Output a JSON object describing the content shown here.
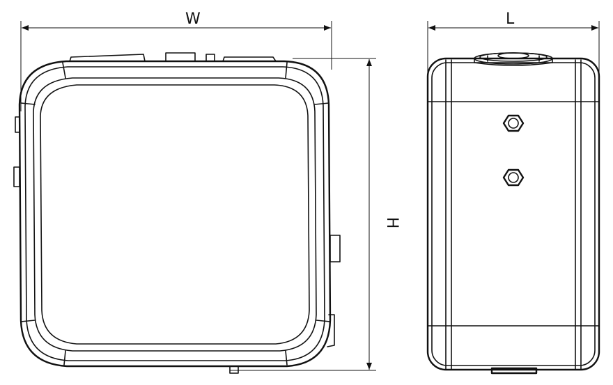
{
  "dimensions": {
    "width_label": "W",
    "length_label": "L",
    "height_label": "H"
  },
  "colors": {
    "line": "#111111",
    "background": "#ffffff"
  },
  "icons": {
    "arrow": "arrowhead",
    "nut": "hex-nut-icon"
  }
}
